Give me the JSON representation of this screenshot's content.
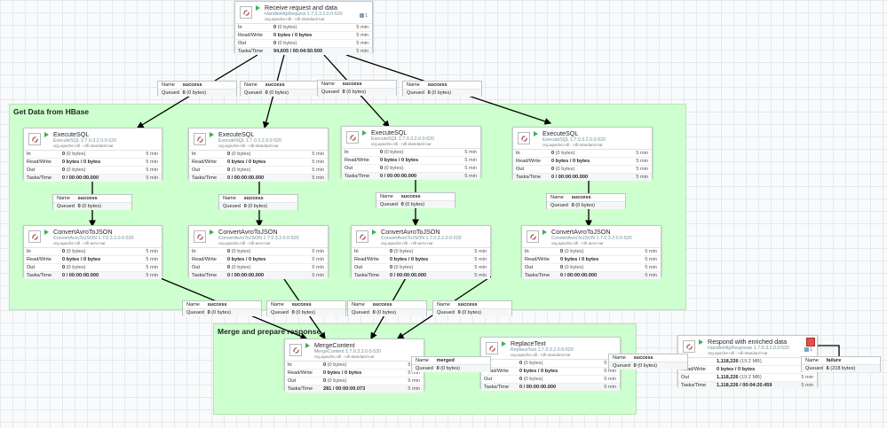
{
  "groups": [
    {
      "title": "Get Data from HBase"
    },
    {
      "title": "Merge and prepare response"
    }
  ],
  "processors": [
    {
      "name": "Receive request and data",
      "type": "HandleHttpRequest 1.7.0.3.2.0.0-520",
      "bundle": "org.apache.nifi - nifi-standard-nar",
      "in_val": "0",
      "in_sub": "(0 bytes)",
      "rw_val": "0 bytes / 0 bytes",
      "out_val": "0",
      "out_sub": "(0 bytes)",
      "tasks_val": "94,605 / 00:04:50.500",
      "period": "5 min",
      "badge": "1"
    },
    {
      "name": "ExecuteSQL",
      "type": "ExecuteSQL 1.7.0.3.2.0.0-520",
      "bundle": "org.apache.nifi - nifi-standard-nar",
      "in_val": "0",
      "in_sub": "(0 bytes)",
      "rw_val": "0 bytes / 0 bytes",
      "out_val": "0",
      "out_sub": "(0 bytes)",
      "tasks_val": "0 / 00:00:00.000",
      "period": "5 min"
    },
    {
      "name": "ExecuteSQL",
      "type": "ExecuteSQL 1.7.0.3.2.0.0-520",
      "bundle": "org.apache.nifi - nifi-standard-nar",
      "in_val": "0",
      "in_sub": "(0 bytes)",
      "rw_val": "0 bytes / 0 bytes",
      "out_val": "0",
      "out_sub": "(0 bytes)",
      "tasks_val": "0 / 00:00:00.000",
      "period": "5 min"
    },
    {
      "name": "ExecuteSQL",
      "type": "ExecuteSQL 1.7.0.3.2.0.0-520",
      "bundle": "org.apache.nifi - nifi-standard-nar",
      "in_val": "0",
      "in_sub": "(0 bytes)",
      "rw_val": "0 bytes / 0 bytes",
      "out_val": "0",
      "out_sub": "(0 bytes)",
      "tasks_val": "0 / 00:00:00.000",
      "period": "5 min"
    },
    {
      "name": "ExecuteSQL",
      "type": "ExecuteSQL 1.7.0.3.2.0.0-520",
      "bundle": "org.apache.nifi - nifi-standard-nar",
      "in_val": "0",
      "in_sub": "(0 bytes)",
      "rw_val": "0 bytes / 0 bytes",
      "out_val": "0",
      "out_sub": "(0 bytes)",
      "tasks_val": "0 / 00:00:00.000",
      "period": "5 min"
    },
    {
      "name": "ConvertAvroToJSON",
      "type": "ConvertAvroToJSON 1.7.0.3.2.0.0-520",
      "bundle": "org.apache.nifi - nifi-avro-nar",
      "in_val": "0",
      "in_sub": "(0 bytes)",
      "rw_val": "0 bytes / 0 bytes",
      "out_val": "0",
      "out_sub": "(0 bytes)",
      "tasks_val": "0 / 00:00:00.000",
      "period": "5 min"
    },
    {
      "name": "ConvertAvroToJSON",
      "type": "ConvertAvroToJSON 1.7.0.3.2.0.0-520",
      "bundle": "org.apache.nifi - nifi-avro-nar",
      "in_val": "0",
      "in_sub": "(0 bytes)",
      "rw_val": "0 bytes / 0 bytes",
      "out_val": "0",
      "out_sub": "(0 bytes)",
      "tasks_val": "0 / 00:00:00.000",
      "period": "5 min"
    },
    {
      "name": "ConvertAvroToJSON",
      "type": "ConvertAvroToJSON 1.7.0.3.2.0.0-520",
      "bundle": "org.apache.nifi - nifi-avro-nar",
      "in_val": "0",
      "in_sub": "(0 bytes)",
      "rw_val": "0 bytes / 0 bytes",
      "out_val": "0",
      "out_sub": "(0 bytes)",
      "tasks_val": "0 / 00:00:00.000",
      "period": "5 min"
    },
    {
      "name": "ConvertAvroToJSON",
      "type": "ConvertAvroToJSON 1.7.0.3.2.0.0-520",
      "bundle": "org.apache.nifi - nifi-avro-nar",
      "in_val": "0",
      "in_sub": "(0 bytes)",
      "rw_val": "0 bytes / 0 bytes",
      "out_val": "0",
      "out_sub": "(0 bytes)",
      "tasks_val": "0 / 00:00:00.000",
      "period": "5 min"
    },
    {
      "name": "MergeContent",
      "type": "MergeContent 1.7.0.3.2.0.0-520",
      "bundle": "org.apache.nifi - nifi-standard-nar",
      "in_val": "0",
      "in_sub": "(0 bytes)",
      "rw_val": "0 bytes / 0 bytes",
      "out_val": "0",
      "out_sub": "(0 bytes)",
      "tasks_val": "281 / 00:00:00.073",
      "period": "5 min"
    },
    {
      "name": "ReplaceText",
      "type": "ReplaceText 1.7.0.3.2.0.0-520",
      "bundle": "org.apache.nifi - nifi-standard-nar",
      "in_val": "0",
      "in_sub": "(0 bytes)",
      "rw_val": "0 bytes / 0 bytes",
      "out_val": "0",
      "out_sub": "(0 bytes)",
      "tasks_val": "0 / 00:00:00.000",
      "period": "5 min"
    },
    {
      "name": "Respond with enriched data",
      "type": "HandleHttpResponse 1.7.0.3.2.0.0-520",
      "bundle": "org.apache.nifi - nifi-standard-nar",
      "in_val": "1,118,226",
      "in_sub": "(19.2 MB)",
      "rw_val": "0 bytes / 0 bytes",
      "out_val": "1,118,226",
      "out_sub": "(19.2 MB)",
      "tasks_val": "1,118,226 / 00:04:20.459",
      "period": "5 min",
      "badge": "1"
    }
  ],
  "row_labels": {
    "in": "In",
    "rw": "Read/Write",
    "out": "Out",
    "tasks": "Tasks/Time"
  },
  "connections": [
    {
      "name_label": "Name",
      "name": "success",
      "queued_label": "Queued",
      "queued": "0",
      "queued_sub": "(0 bytes)"
    },
    {
      "name_label": "Name",
      "name": "success",
      "queued_label": "Queued",
      "queued": "0",
      "queued_sub": "(0 bytes)"
    },
    {
      "name_label": "Name",
      "name": "success",
      "queued_label": "Queued",
      "queued": "0",
      "queued_sub": "(0 bytes)"
    },
    {
      "name_label": "Name",
      "name": "success",
      "queued_label": "Queued",
      "queued": "0",
      "queued_sub": "(0 bytes)"
    },
    {
      "name_label": "Name",
      "name": "success",
      "queued_label": "Queued",
      "queued": "0",
      "queued_sub": "(0 bytes)"
    },
    {
      "name_label": "Name",
      "name": "success",
      "queued_label": "Queued",
      "queued": "0",
      "queued_sub": "(0 bytes)"
    },
    {
      "name_label": "Name",
      "name": "success",
      "queued_label": "Queued",
      "queued": "0",
      "queued_sub": "(0 bytes)"
    },
    {
      "name_label": "Name",
      "name": "success",
      "queued_label": "Queued",
      "queued": "0",
      "queued_sub": "(0 bytes)"
    },
    {
      "name_label": "Name",
      "name": "success",
      "queued_label": "Queued",
      "queued": "0",
      "queued_sub": "(0 bytes)"
    },
    {
      "name_label": "Name",
      "name": "success",
      "queued_label": "Queued",
      "queued": "0",
      "queued_sub": "(0 bytes)"
    },
    {
      "name_label": "Name",
      "name": "success",
      "queued_label": "Queued",
      "queued": "0",
      "queued_sub": "(0 bytes)"
    },
    {
      "name_label": "Name",
      "name": "success",
      "queued_label": "Queued",
      "queued": "0",
      "queued_sub": "(0 bytes)"
    },
    {
      "name_label": "Name",
      "name": "merged",
      "queued_label": "Queued",
      "queued": "0",
      "queued_sub": "(0 bytes)"
    },
    {
      "name_label": "Name",
      "name": "success",
      "queued_label": "Queued",
      "queued": "0",
      "queued_sub": "(0 bytes)"
    },
    {
      "name_label": "Name",
      "name": "failure",
      "queued_label": "Queued",
      "queued": "6",
      "queued_sub": "(218 bytes)"
    }
  ]
}
